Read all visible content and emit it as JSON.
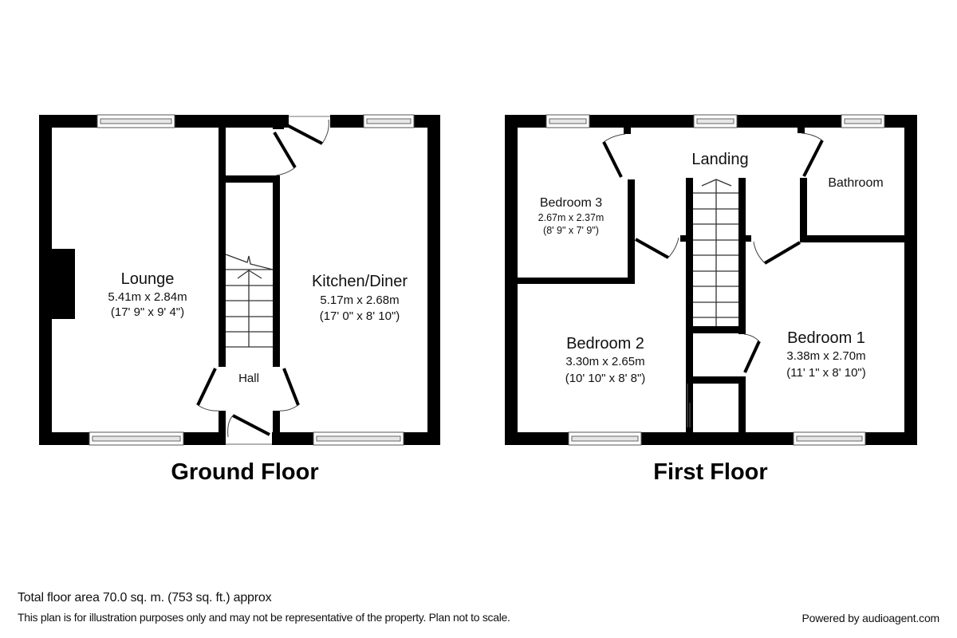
{
  "ground_floor": {
    "label": "Ground Floor",
    "rooms": {
      "lounge": {
        "name": "Lounge",
        "metric": "5.41m x 2.84m",
        "imperial": "(17' 9\" x 9' 4\")"
      },
      "kitchen": {
        "name": "Kitchen/Diner",
        "metric": "5.17m x 2.68m",
        "imperial": "(17' 0\" x 8' 10\")"
      },
      "hall": {
        "name": "Hall"
      }
    }
  },
  "first_floor": {
    "label": "First Floor",
    "rooms": {
      "landing": {
        "name": "Landing"
      },
      "bathroom": {
        "name": "Bathroom"
      },
      "bedroom3": {
        "name": "Bedroom 3",
        "metric": "2.67m x 2.37m",
        "imperial": "(8' 9\" x 7' 9\")"
      },
      "bedroom2": {
        "name": "Bedroom 2",
        "metric": "3.30m x 2.65m",
        "imperial": "(10' 10\" x 8' 8\")"
      },
      "bedroom1": {
        "name": "Bedroom 1",
        "metric": "3.38m x 2.70m",
        "imperial": "(11' 1\" x 8' 10\")"
      }
    }
  },
  "footer": {
    "total_area": "Total floor area 70.0 sq. m. (753 sq. ft.) approx",
    "disclaimer": "This plan is for illustration purposes only and may not be representative of the property. Plan not to scale.",
    "powered_by": "Powered by audioagent.com"
  }
}
